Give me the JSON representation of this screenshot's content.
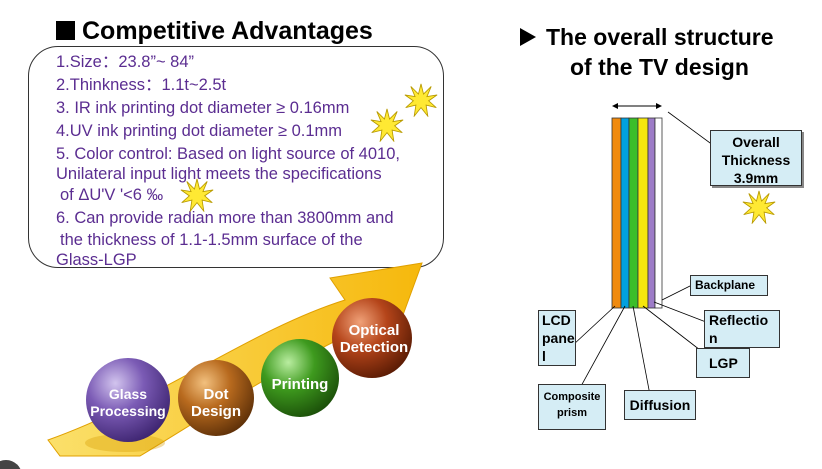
{
  "left_title": "Competitive Advantages",
  "features": [
    "1.Size：23.8”~ 84”",
    "2.Thinkness：1.1t~2.5t",
    "3. IR ink printing dot diameter ≥ 0.16mm",
    "4.UV ink printing dot diameter ≥ 0.1mm",
    "5. Color control: Based on light source of 4010,",
    "Unilateral input light meets the specifications",
    "of ΔU'V '<6 ‰",
    "6. Can provide radian more than 3800mm and",
    "the thickness of 1.1-1.5mm surface of the",
    "Glass-LGP"
  ],
  "right_title": {
    "line1": "The overall structure",
    "line2": "of the TV design"
  },
  "callouts": {
    "overall_line1": "Overall",
    "overall_line2": "Thickness",
    "overall_line3": "3.9mm",
    "backplane": "Backplane",
    "reflection_line1": "Reflectio",
    "reflection_line2": "n",
    "lgp": "LGP",
    "lcd_line1": "LCD",
    "lcd_line2": "pane",
    "lcd_line3": "l",
    "composite_line1": "Composite",
    "composite_line2": "prism",
    "diffusion": "Diffusion"
  },
  "process_steps": [
    {
      "line1": "Glass",
      "line2": "Processing",
      "color": "#7b5bb5"
    },
    {
      "line1": "Dot",
      "line2": "Design",
      "color": "#b86a1e"
    },
    {
      "line1": "Printing",
      "line2": "",
      "color": "#3e9a1e"
    },
    {
      "line1": "Optical",
      "line2": "Detection",
      "color": "#b5451a"
    }
  ],
  "layer_colors": [
    "#f08a0e",
    "#00a1e0",
    "#3cbe2a",
    "#f5e70d",
    "#9d7cc7",
    "#ffffff"
  ],
  "arrow_color": "#f6b80c",
  "star_color": "#ffe933"
}
